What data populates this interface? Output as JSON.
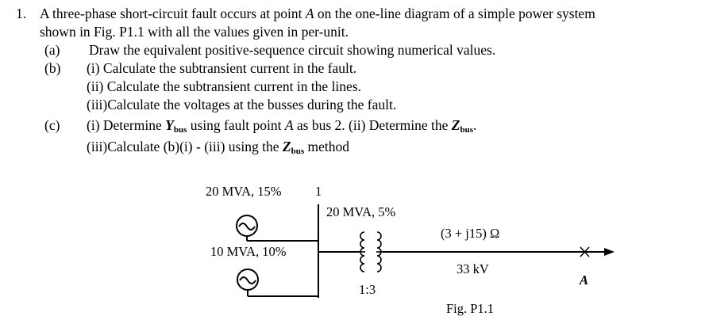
{
  "problem": {
    "number": "1.",
    "intro_1": "A three-phase short-circuit fault occurs at point",
    "point": "A",
    "intro_2": "on the one-line diagram of a simple power system",
    "line2": "shown in Fig. P1.1 with all the values given in per-unit.",
    "a_label": "(a)",
    "a_text": "Draw the equivalent positive-sequence circuit showing numerical values.",
    "b_label": "(b)",
    "b1": "(i) Calculate the subtransient current in the fault.",
    "b2": "(ii) Calculate the subtransient current in the lines.",
    "b3": "(iii)Calculate the voltages at the busses during the fault.",
    "c_label": "(c)",
    "c1_pre": "(i) Determine",
    "y_symbol": "Y",
    "bus_sub": "bus",
    "c1_mid": "using fault point",
    "c1_mid2": "as bus 2. (ii) Determine the",
    "z_symbol": "Z",
    "c1_end": ".",
    "c2_pre": "(iii)Calculate (b)(i) - (iii) using the",
    "c2_post": "method"
  },
  "figure": {
    "gen1_label": "20 MVA, 15%",
    "bus1_label": "1",
    "transformer_label": "20 MVA, 5%",
    "gen2_label": "10 MVA, 10%",
    "ratio_label": "1:3",
    "line_impedance": "(3 + j15) Ω",
    "line_voltage": "33 kV",
    "fault_point": "A",
    "caption": "Fig. P1.1"
  }
}
